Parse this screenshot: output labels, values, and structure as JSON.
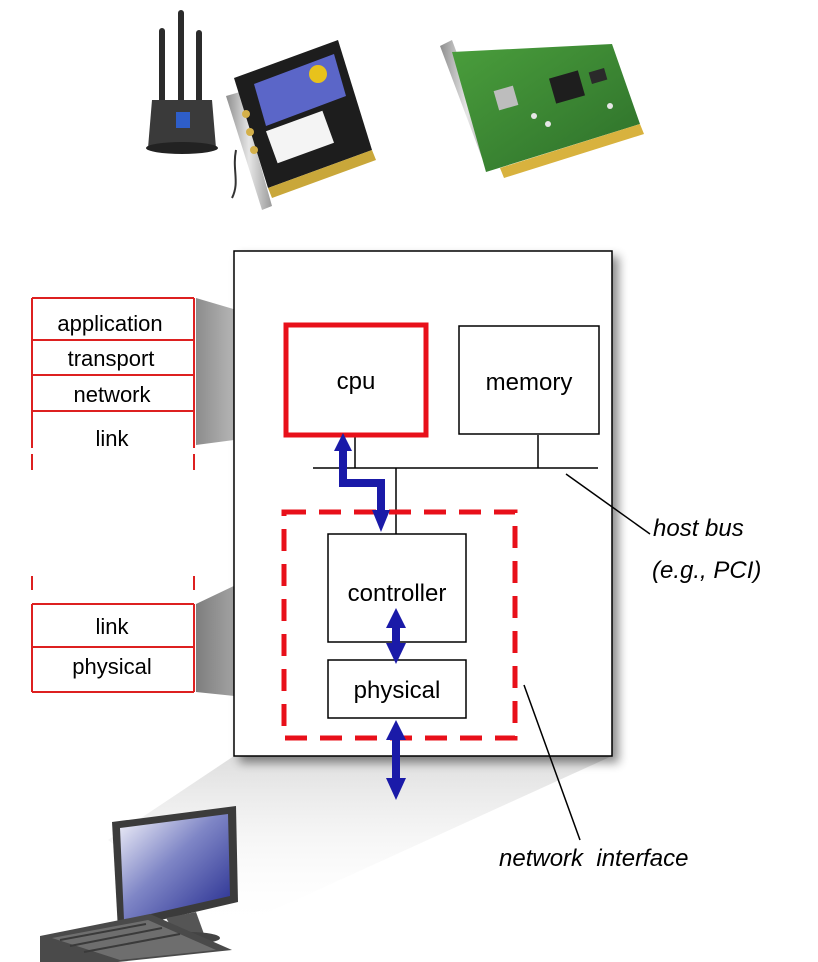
{
  "host": {
    "cpu_label": "cpu",
    "memory_label": "memory",
    "controller_label": "controller",
    "physical_label": "physical"
  },
  "upper_stack": {
    "layers": [
      "application",
      "transport",
      "network",
      "link"
    ]
  },
  "lower_stack": {
    "layers": [
      "link",
      "physical"
    ]
  },
  "annotations": {
    "host_bus_line1": "host bus",
    "host_bus_line2": "(e.g., PCI)",
    "network_interface": "network  interface"
  },
  "colors": {
    "highlight_red": "#e8101a",
    "arrow_blue": "#1a1aa8",
    "stack_border_red": "#dd2020",
    "shadow_gray": "#9a9a9a"
  }
}
